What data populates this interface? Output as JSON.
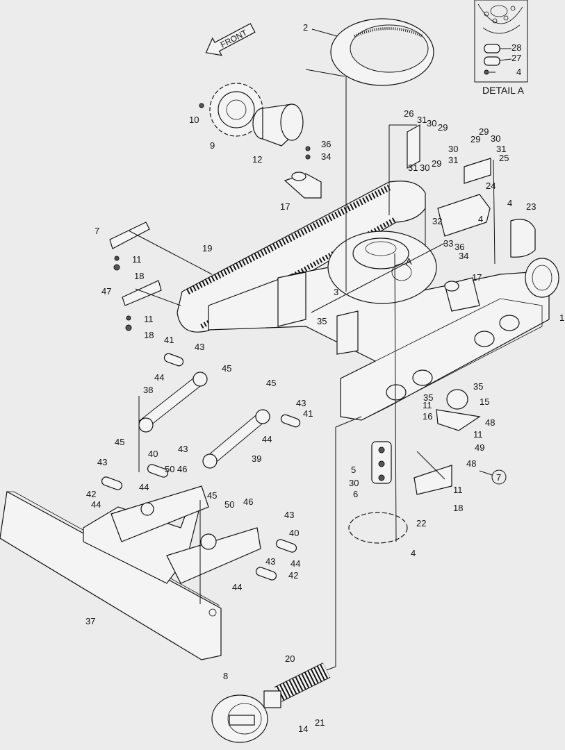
{
  "front_label": "FRONT",
  "detail_label": "DETAIL A",
  "detail_ref": "A",
  "callouts": {
    "c1": "1",
    "c2": "2",
    "c3": "3",
    "c4a": "4",
    "c4b": "4",
    "c4c": "4",
    "c4d": "4",
    "c5": "5",
    "c6": "6",
    "c7": "7",
    "c8": "8",
    "c9": "9",
    "c10": "10",
    "c11a": "11",
    "c11b": "11",
    "c11c": "11",
    "c11d": "11",
    "c11e": "11",
    "c12": "12",
    "c14": "14",
    "c15": "15",
    "c16": "16",
    "c17a": "17",
    "c17b": "17",
    "c18a": "18",
    "c18b": "18",
    "c18c": "18",
    "c19": "19",
    "c20": "20",
    "c21": "21",
    "c22": "22",
    "c23": "23",
    "c24": "24",
    "c25": "25",
    "c26": "26",
    "c27": "27",
    "c28": "28",
    "c29a": "29",
    "c29b": "29",
    "c29c": "29",
    "c29d": "29",
    "c30a": "30",
    "c30b": "30",
    "c30c": "30",
    "c30d": "30",
    "c30e": "30",
    "c31a": "31",
    "c31b": "31",
    "c31c": "31",
    "c31d": "31",
    "c32": "32",
    "c33": "33",
    "c34a": "34",
    "c34b": "34",
    "c35a": "35",
    "c35b": "35",
    "c35c": "35",
    "c36a": "36",
    "c36b": "36",
    "c37": "37",
    "c38": "38",
    "c39": "39",
    "c40a": "40",
    "c40b": "40",
    "c41a": "41",
    "c41b": "41",
    "c42a": "42",
    "c42b": "42",
    "c43a": "43",
    "c43b": "43",
    "c43c": "43",
    "c43d": "43",
    "c43e": "43",
    "c43f": "43",
    "c44a": "44",
    "c44b": "44",
    "c44c": "44",
    "c44d": "44",
    "c44e": "44",
    "c44f": "44",
    "c45a": "45",
    "c45b": "45",
    "c45c": "45",
    "c45d": "45",
    "c46a": "46",
    "c46b": "46",
    "c47": "47",
    "c48a": "48",
    "c48b": "48",
    "c49": "49",
    "c50a": "50",
    "c50b": "50",
    "cref7": "7"
  }
}
